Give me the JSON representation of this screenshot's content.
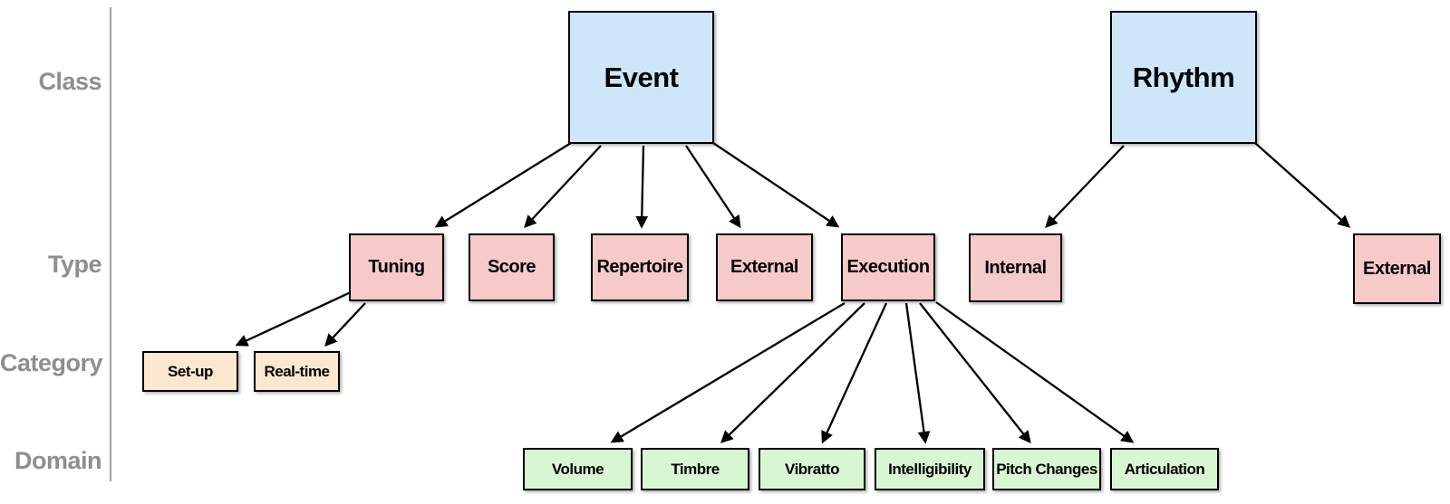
{
  "axis": {
    "levels": [
      "Class",
      "Type",
      "Category",
      "Domain"
    ]
  },
  "colors": {
    "fills": {
      "class": "#cde7f8",
      "type": "#f7caca",
      "category": "#fbe8ce",
      "domain": "#d9f6d3"
    },
    "border": "#000000",
    "arrow": "#000000",
    "axis_text": "#8e8e8e",
    "axis_line": "#a0a0a0"
  },
  "nodes": [
    {
      "id": "event",
      "label": "Event",
      "level": "class"
    },
    {
      "id": "rhythm",
      "label": "Rhythm",
      "level": "class"
    },
    {
      "id": "tuning",
      "label": "Tuning",
      "level": "type"
    },
    {
      "id": "score",
      "label": "Score",
      "level": "type"
    },
    {
      "id": "repertoire",
      "label": "Repertoire",
      "level": "type"
    },
    {
      "id": "external-event",
      "label": "External",
      "level": "type"
    },
    {
      "id": "execution",
      "label": "Execution",
      "level": "type"
    },
    {
      "id": "internal",
      "label": "Internal",
      "level": "type"
    },
    {
      "id": "external-rhythm",
      "label": "External",
      "level": "type"
    },
    {
      "id": "set-up",
      "label": "Set-up",
      "level": "category"
    },
    {
      "id": "real-time",
      "label": "Real-time",
      "level": "category"
    },
    {
      "id": "volume",
      "label": "Volume",
      "level": "domain"
    },
    {
      "id": "timbre",
      "label": "Timbre",
      "level": "domain"
    },
    {
      "id": "vibratto",
      "label": "Vibratto",
      "level": "domain"
    },
    {
      "id": "intelligibility",
      "label": "Intelligibility",
      "level": "domain"
    },
    {
      "id": "pitch-changes",
      "label": "Pitch Changes",
      "level": "domain"
    },
    {
      "id": "articulation",
      "label": "Articulation",
      "level": "domain"
    }
  ],
  "edges": [
    {
      "from": "event",
      "to": "tuning"
    },
    {
      "from": "event",
      "to": "score"
    },
    {
      "from": "event",
      "to": "repertoire"
    },
    {
      "from": "event",
      "to": "external-event"
    },
    {
      "from": "event",
      "to": "execution"
    },
    {
      "from": "rhythm",
      "to": "internal"
    },
    {
      "from": "rhythm",
      "to": "external-rhythm"
    },
    {
      "from": "tuning",
      "to": "set-up"
    },
    {
      "from": "tuning",
      "to": "real-time"
    },
    {
      "from": "execution",
      "to": "volume"
    },
    {
      "from": "execution",
      "to": "timbre"
    },
    {
      "from": "execution",
      "to": "vibratto"
    },
    {
      "from": "execution",
      "to": "intelligibility"
    },
    {
      "from": "execution",
      "to": "pitch-changes"
    },
    {
      "from": "execution",
      "to": "articulation"
    }
  ]
}
